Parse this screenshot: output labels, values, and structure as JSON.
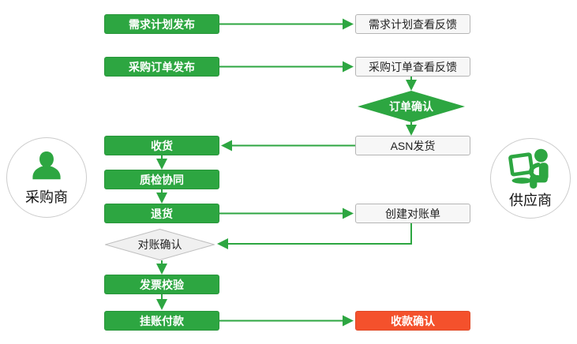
{
  "colors": {
    "green": "#2da641",
    "red": "#f4512c",
    "node_bg": "#f7f7f7",
    "node_border": "#b5b5b5",
    "diamond_bg": "#f0f0f0",
    "diamond_border": "#bfbfbf",
    "circle_bg": "#ffffff",
    "circle_border": "#cccccc",
    "text_dark": "#222222",
    "text_light": "#ffffff"
  },
  "actors": {
    "buyer": "采购商",
    "supplier": "供应商"
  },
  "nodes": {
    "demand_plan_publish": "需求计划发布",
    "demand_plan_feedback": "需求计划查看反馈",
    "po_publish": "采购订单发布",
    "po_feedback": "采购订单查看反馈",
    "order_confirm": "订单确认",
    "receive": "收货",
    "asn_ship": "ASN发货",
    "quality_check": "质检协同",
    "return_goods": "退货",
    "create_statement": "创建对账单",
    "statement_confirm": "对账确认",
    "invoice_verify": "发票校验",
    "payment_on_account": "挂账付款",
    "receipt_confirm": "收款确认"
  }
}
